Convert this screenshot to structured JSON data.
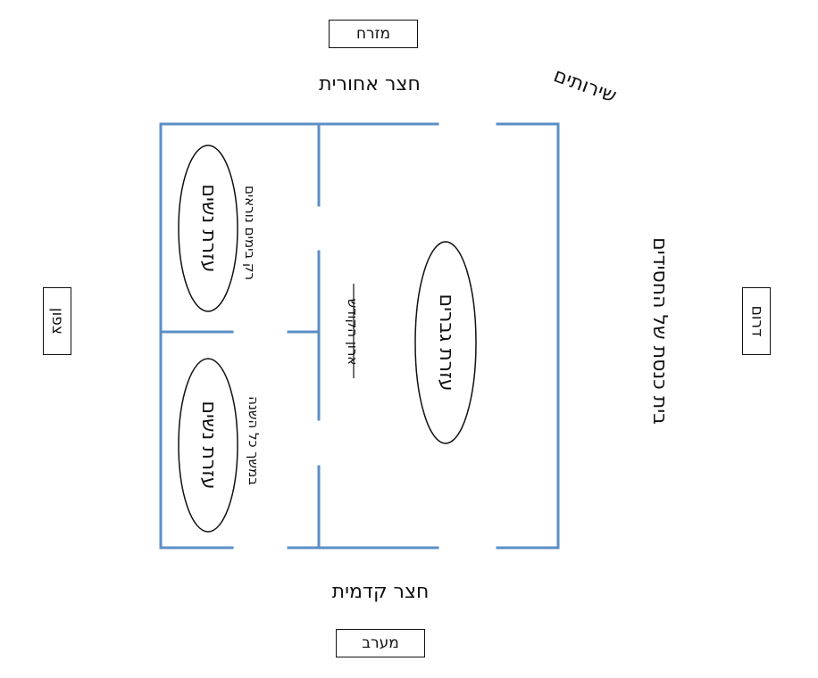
{
  "compass": {
    "east": "מזרח",
    "west": "מערב",
    "north": "צפון",
    "south": "דרום"
  },
  "labels": {
    "back_courtyard": "חצר אחורית",
    "front_courtyard": "חצר קדמית",
    "services": "שירותים",
    "synagogue": "בית כנסת של החסידים",
    "ark": "ארון הקודש",
    "mens_section": "עזרת גברים",
    "womens_section_upper": "עזרת נשים",
    "womens_section_lower": "עזרת נשים",
    "upper_note": "רק בימים נוראים",
    "lower_note": "במשך כל השנה"
  },
  "colors": {
    "wall": "#5b8fc7",
    "text": "#111111",
    "background": "#ffffff"
  }
}
